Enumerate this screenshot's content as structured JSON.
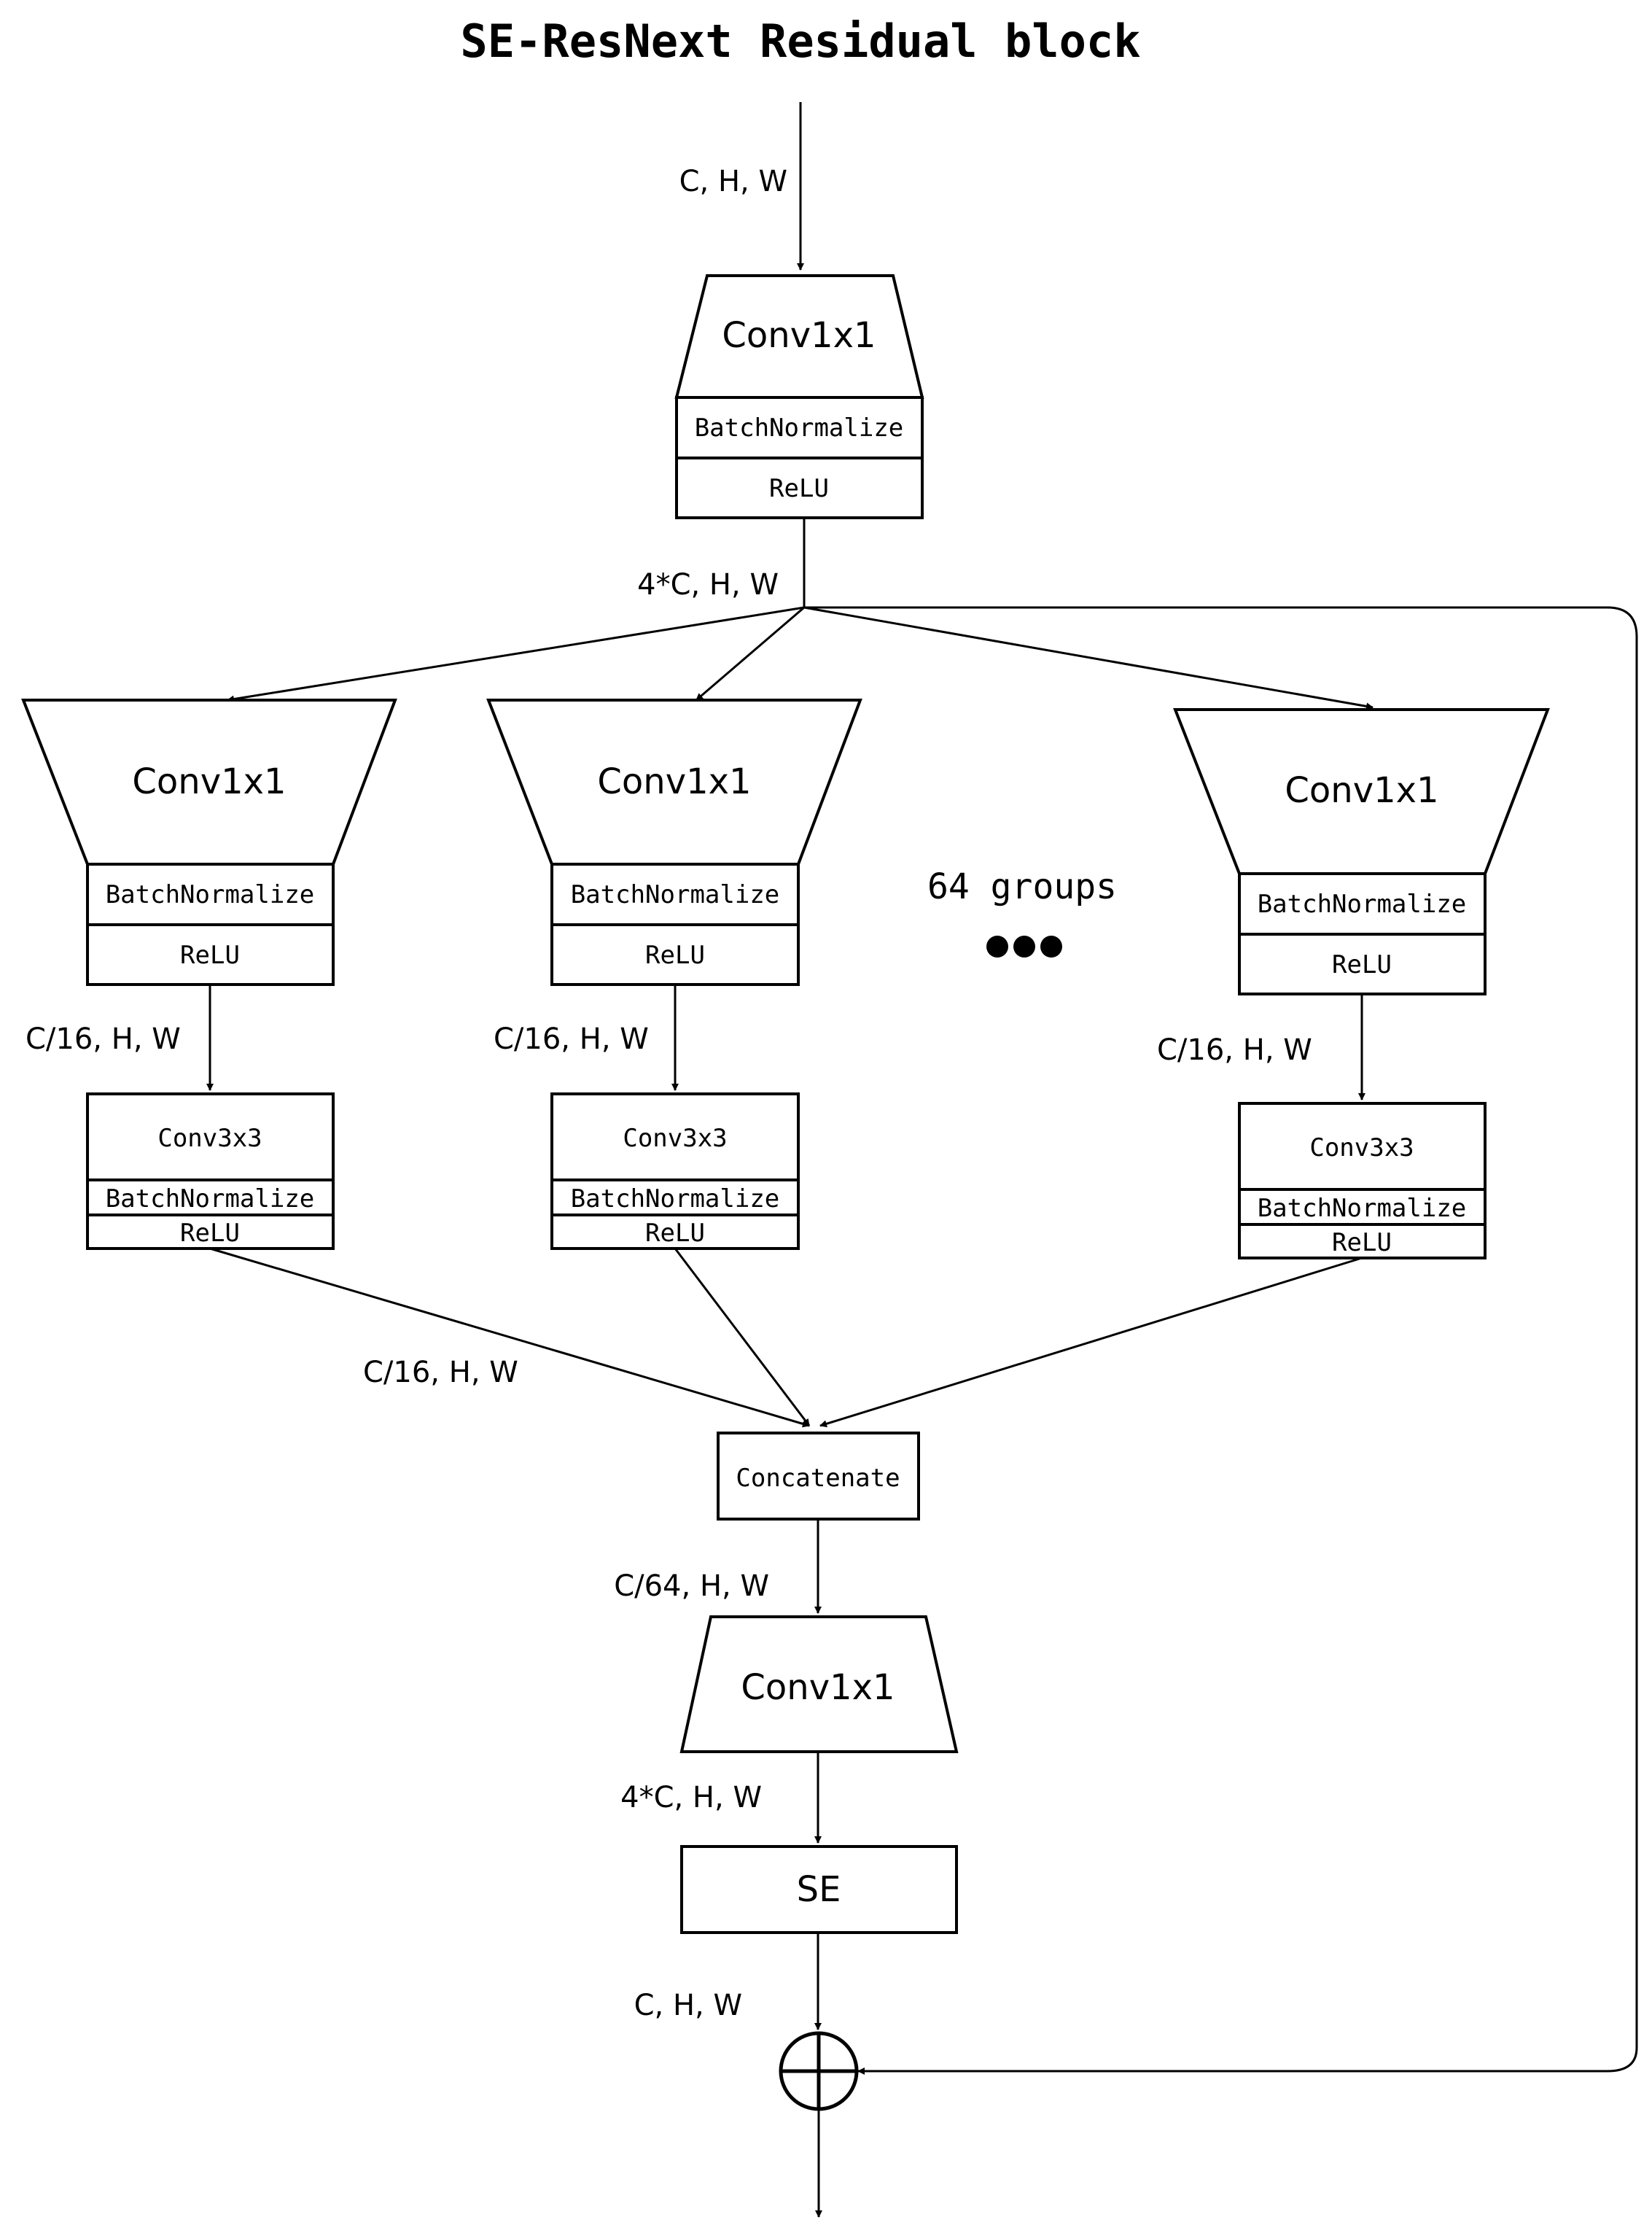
{
  "title": "SE-ResNext Residual block",
  "labels": {
    "input": "C, H, W",
    "after_first_block": "4*C, H, W",
    "group_left": "C/16, H, W",
    "group_middle": "C/16, H, W",
    "group_right": "C/16, H, W",
    "to_concat": "C/16, H, W",
    "after_concat": "C/64, H, W",
    "after_last_conv": "4*C, H, W",
    "after_se": "C, H, W",
    "groups_note": "64 groups"
  },
  "top_block": {
    "conv": "Conv1x1",
    "bn": "BatchNormalize",
    "relu": "ReLU"
  },
  "groups": [
    {
      "conv1": "Conv1x1",
      "bn1": "BatchNormalize",
      "relu1": "ReLU",
      "conv3": "Conv3x3",
      "bn2": "BatchNormalize",
      "relu2": "ReLU"
    },
    {
      "conv1": "Conv1x1",
      "bn1": "BatchNormalize",
      "relu1": "ReLU",
      "conv3": "Conv3x3",
      "bn2": "BatchNormalize",
      "relu2": "ReLU"
    },
    {
      "conv1": "Conv1x1",
      "bn1": "BatchNormalize",
      "relu1": "ReLU",
      "conv3": "Conv3x3",
      "bn2": "BatchNormalize",
      "relu2": "ReLU"
    }
  ],
  "concat": "Concatenate",
  "final_conv": "Conv1x1",
  "se": "SE"
}
